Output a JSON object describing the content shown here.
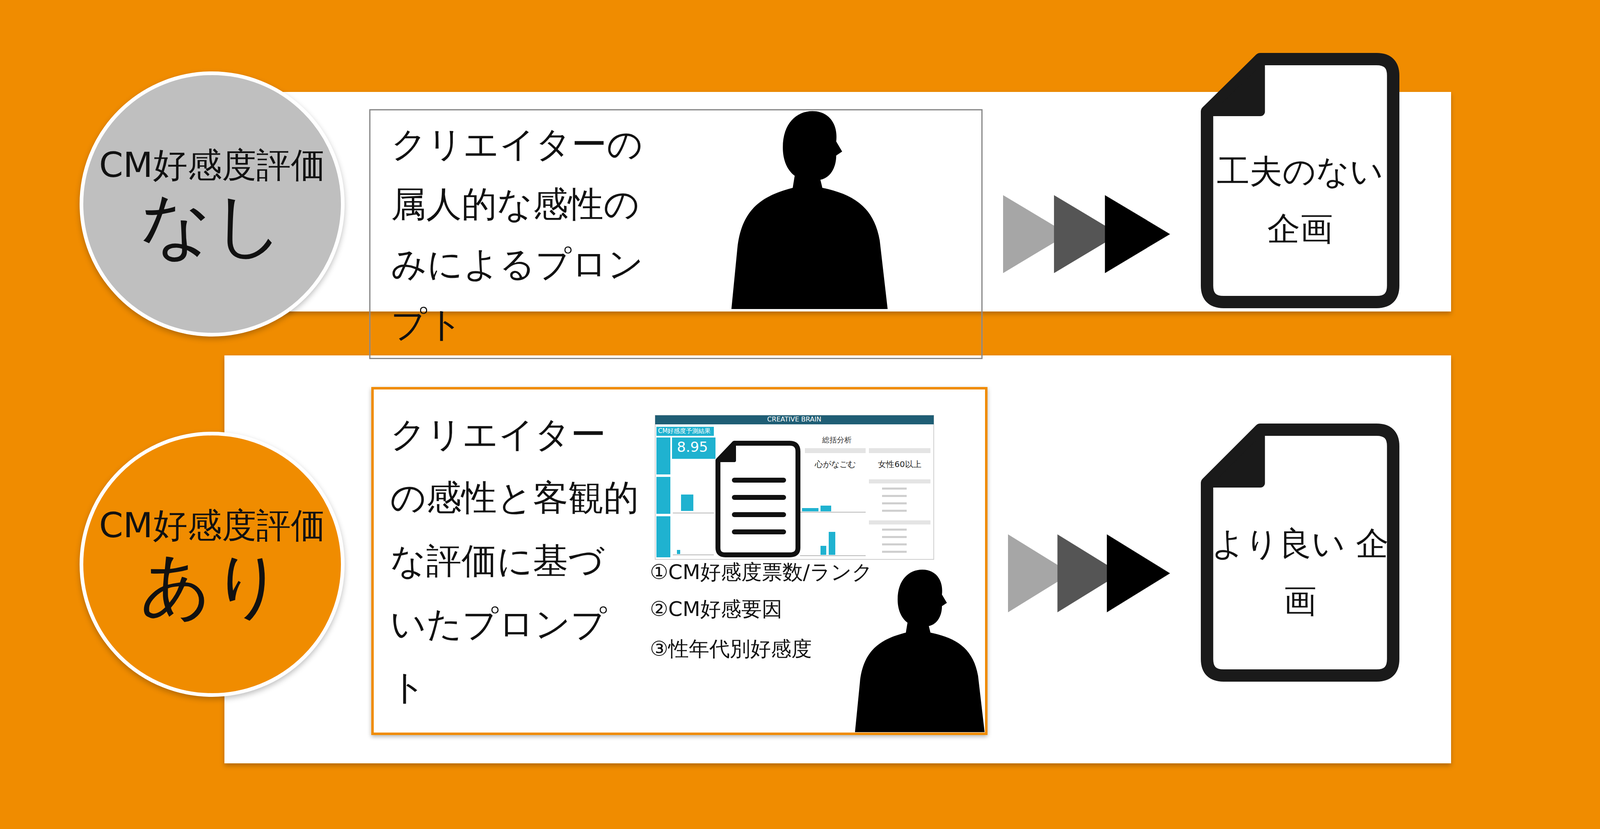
{
  "diagram": {
    "nodes": [
      {
        "text": [
          "CM好感度評価",
          "なし"
        ]
      },
      {
        "text": [
          "クリエイターの属人的な感性のみによるプロンプト"
        ]
      },
      {
        "text": [
          "工夫のない 企画"
        ]
      },
      {
        "text": [
          "CM好感度評価",
          "あり"
        ]
      },
      {
        "text": [
          "クリエイターの感性と客観的な評価に基づいたプロンプト",
          "①CM好感度票数/ランク",
          "②CM好感要因",
          "③性年代別好感度"
        ]
      },
      {
        "text": [
          "より良い 企画"
        ]
      }
    ],
    "edges": [
      {
        "from": 1,
        "to": 2,
        "arrow": "to"
      },
      {
        "from": 4,
        "to": 5,
        "arrow": "to"
      }
    ],
    "labels": [
      "CREATIVE BRAIN",
      "CM好感度予測結果",
      "8.95",
      "総括分析",
      "心がなごむ",
      "女性60以上"
    ]
  }
}
